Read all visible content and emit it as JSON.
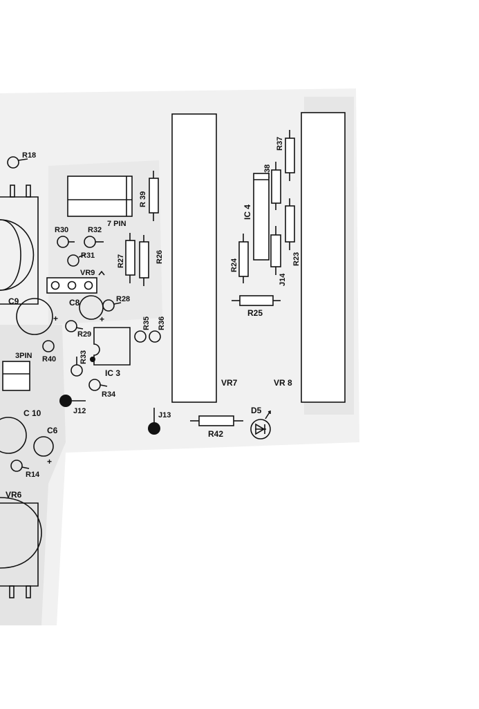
{
  "colors": {
    "board": "#efefef",
    "trace": "#e3e3e3",
    "ink": "#111111",
    "paper": "#ffffff"
  },
  "labels": {
    "r18": "R18",
    "r30": "R30",
    "r32": "R32",
    "r31": "R31",
    "r39": "R 39",
    "pin7": "7 PIN",
    "r27": "R27",
    "r26": "R26",
    "vr9": "VR9",
    "c9": "C9",
    "c8": "C8",
    "r28": "R28",
    "r29": "R29",
    "r35": "R35",
    "r36": "R36",
    "pin3": "3PIN",
    "r40": "R40",
    "r33": "R33",
    "ic3": "IC 3",
    "r34": "R34",
    "vr7": "VR7",
    "vr8": "VR 8",
    "j12": "J12",
    "j13": "J13",
    "c10": "C 10",
    "c6": "C6",
    "r14": "R14",
    "vr6": "VR6",
    "r42": "R42",
    "d5": "D5",
    "r37": "R37",
    "r38": "R38",
    "ic4": "IC 4",
    "r24": "R24",
    "r23": "R23",
    "j14": "J14",
    "r25": "R25",
    "plus_c9": "+",
    "plus_c8": "+",
    "plus_c6": "+"
  }
}
